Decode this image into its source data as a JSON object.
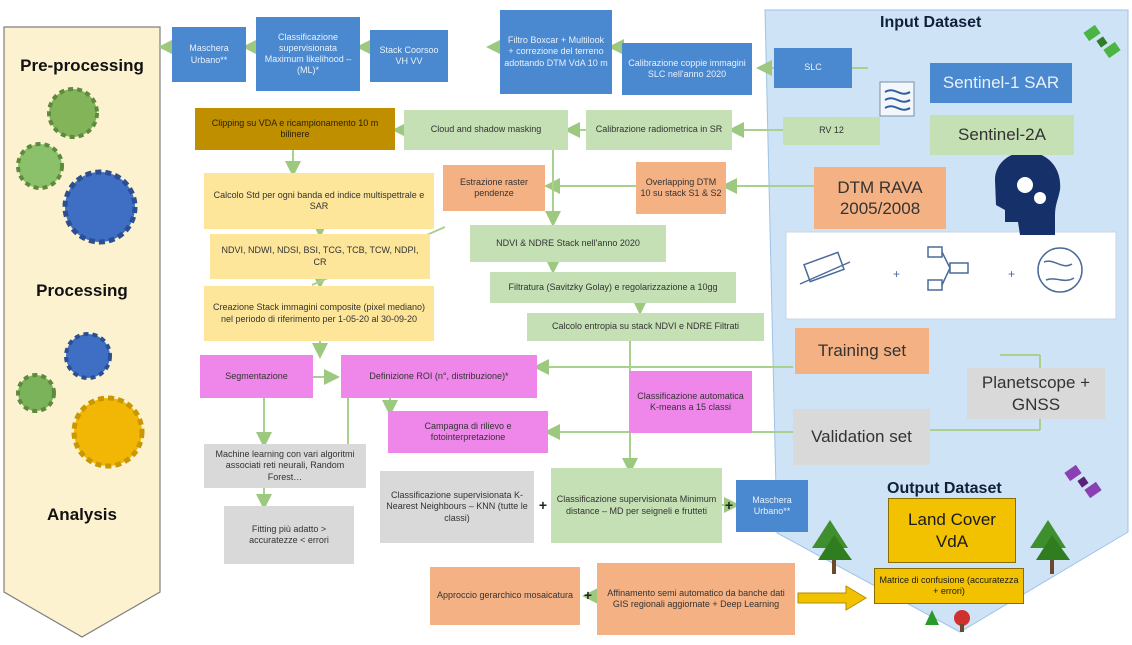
{
  "phases": {
    "preprocessing": "Pre-processing",
    "processing": "Processing",
    "analysis": "Analysis"
  },
  "headers": {
    "input": "Input Dataset",
    "output": "Output Dataset"
  },
  "boxes": {
    "maschera_urbano_top": "Maschera Urbano**",
    "classificazione_ml": "Classificazione supervisionata Maximum likelihood – (ML)*",
    "stack_covv": "Stack Coorsoo VH VV",
    "filtro_boxcar": "Filtro Boxcar + Multilook + correzione del terreno adottando DTM VdA 10 m",
    "calibrazione_coppie": "Calibrazione coppie immagini SLC nell'anno 2020",
    "slc": "SLC",
    "sentinel1": "Sentinel-1 SAR",
    "l2a": "RV 12",
    "sentinel2": "Sentinel-2A",
    "clipping": "Clipping su VDA e ricampionamento 10 m bilinere",
    "cloud_mask": "Cloud and shadow masking",
    "calib_radiometrica": "Calibrazione radiometrica in SR",
    "calcolo_std": "Calcolo Std per ogni banda ed indice multispettrale e SAR",
    "estrazione_raster": "Estrazione raster pendenze",
    "overlapping_dtm": "Overlapping DTM 10 su stack S1 & S2",
    "dtm_rava": "DTM RAVA 2005/2008",
    "indici": "NDVI, NDWI, NDSI, BSI, TCG, TCB, TCW, NDPI, CR",
    "ndvi_stack": "NDVI & NDRE Stack nell'anno 2020",
    "filtratura": "Filtratura (Savitzky Golay) e regolarizzazione a 10gg",
    "creazione_stack": "Creazione Stack immagini composite (pixel mediano) nel periodo di riferimento per 1-05-20 al 30-09-20",
    "calcolo_entropia": "Calcolo entropia su stack NDVI e NDRE Filtrati",
    "training": "Training set",
    "segmentazione": "Segmentazione",
    "definizione_roi": "Definizione ROI (n°, distribuzione)*",
    "class_automatica": "Classificazione automatica K-means a 15 classi",
    "planetscope": "Planetscope + GNSS",
    "campagna_rilievo": "Campagna di rilievo e fotointerpretazione",
    "validation": "Validation set",
    "machine_learning": "Machine learning con vari algoritmi associati reti neurali, Random Forest…",
    "class_knn": "Classificazione supervisionata K-Nearest Neighbours – KNN (tutte le classi)",
    "class_md": "Classificazione supervisionata Minimum distance – MD per seigneli e frutteti",
    "maschera_urbano_bottom": "Maschera Urbano**",
    "fitting": "Fitting più adatto > accuratezze < errori",
    "land_cover": "Land Cover VdA",
    "approccio": "Approccio gerarchico mosaicatura",
    "affinamento": "Affinamento semi automatico da banche dati GIS regionali aggiornate + Deep Learning",
    "matrice": "Matrice di confusione (accuratezza + errori)"
  },
  "operators": {
    "plus_1": "+",
    "plus_2": "+",
    "plus_3": "+"
  },
  "colors": {
    "input_panel": "#cfe3f6",
    "blue_box": "#4a88cf",
    "green_box": "#c5e0b4",
    "yellow_box": "#fde59a",
    "orange_box": "#f4b183",
    "pink_box": "#ef86ea",
    "gray_box": "#d9d9d9",
    "brown_box": "#bf8f00",
    "arrow": "#a9d18e",
    "phase_banner": "#fdf2d0"
  }
}
